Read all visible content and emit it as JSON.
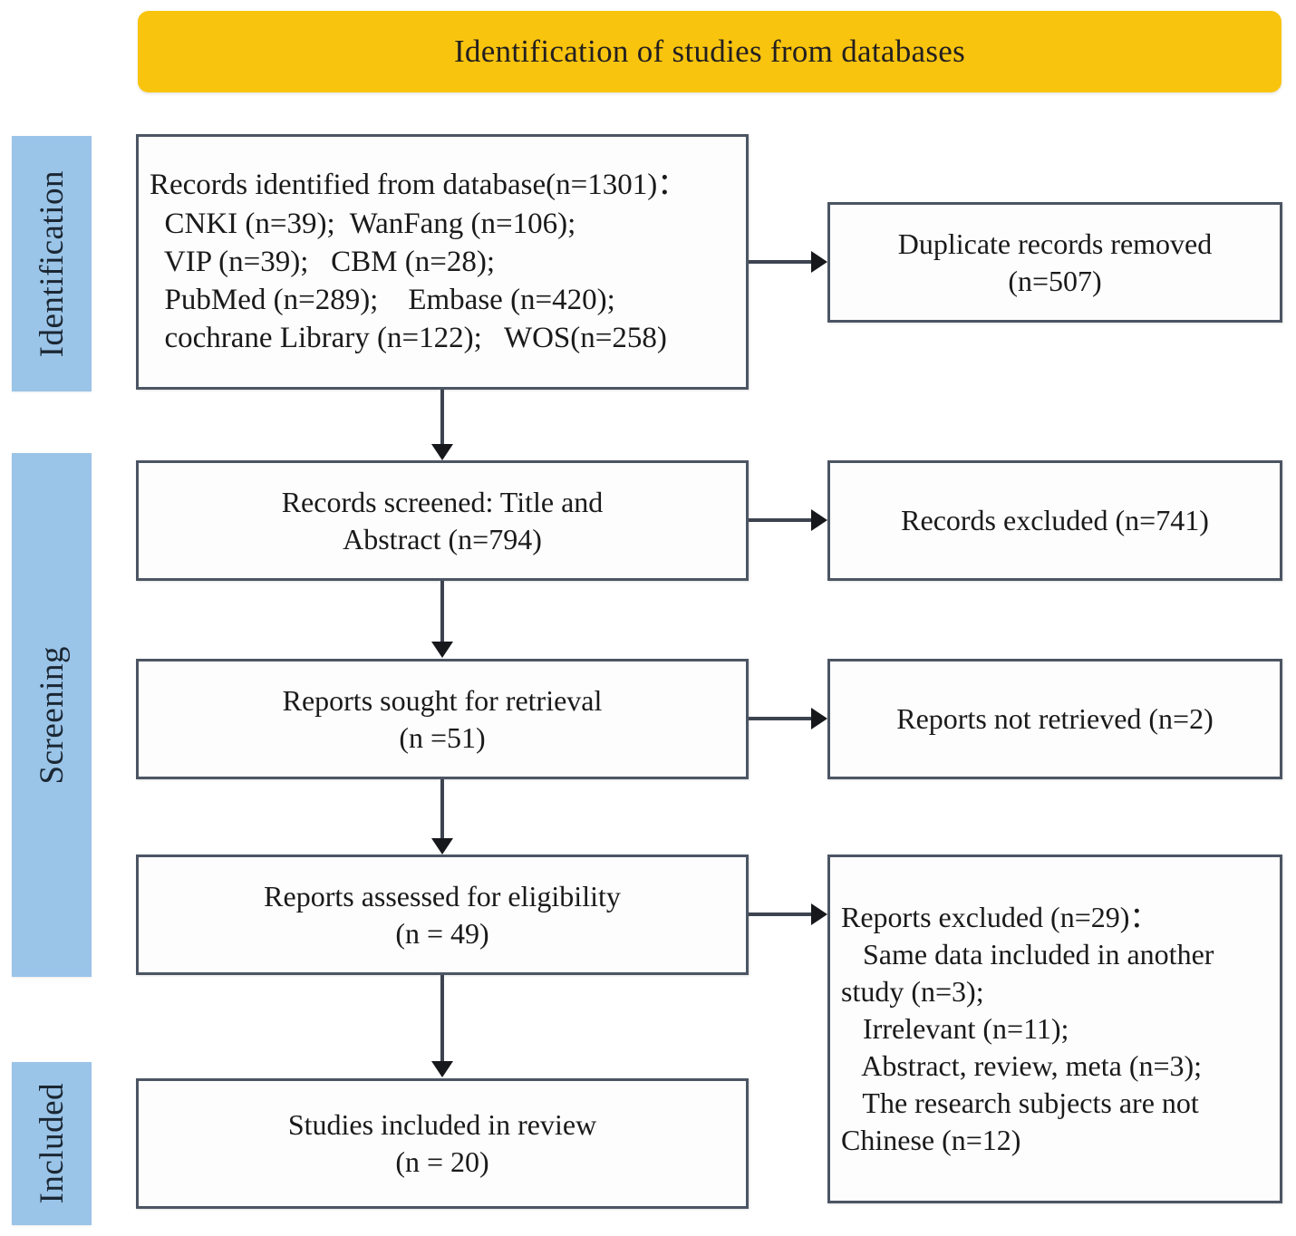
{
  "banner": {
    "title": "Identification of studies from databases",
    "color": "#F9C40E"
  },
  "stages": {
    "bar_color": "#9AC4E8",
    "identification": "Identification",
    "screening": "Screening",
    "included": "Included"
  },
  "boxes": {
    "identified": {
      "lines": [
        "Records identified from database(n=1301)：",
        "  CNKI (n=39);  WanFang (n=106);",
        "  VIP (n=39);   CBM (n=28);",
        "  PubMed (n=289);    Embase (n=420);",
        "  cochrane Library (n=122);   WOS(n=258)"
      ]
    },
    "duplicates": {
      "lines": [
        "Duplicate records removed",
        "(n=507)"
      ]
    },
    "screened": {
      "lines": [
        "Records screened: Title and",
        "Abstract (n=794)"
      ]
    },
    "excluded_screen": {
      "lines": [
        "Records excluded (n=741)"
      ]
    },
    "sought": {
      "lines": [
        "Reports sought for retrieval",
        "(n =51)"
      ]
    },
    "not_retrieved": {
      "lines": [
        "Reports not retrieved (n=2)"
      ]
    },
    "assessed": {
      "lines": [
        "Reports assessed for eligibility",
        "(n = 49)"
      ]
    },
    "excluded_report": {
      "lines": [
        "Reports excluded (n=29)：",
        "   Same data included in another",
        "study (n=3);",
        "   Irrelevant (n=11);",
        "   Abstract, review, meta (n=3);",
        "   The research subjects are not",
        "Chinese (n=12)"
      ]
    },
    "included": {
      "lines": [
        "Studies included in review",
        "(n = 20)"
      ]
    }
  },
  "chart_data": {
    "type": "diagram",
    "title": "Identification of studies from databases",
    "nodes": [
      {
        "id": "identified",
        "stage": "Identification",
        "label": "Records identified from database",
        "n": 1301,
        "sources": [
          {
            "name": "CNKI",
            "n": 39
          },
          {
            "name": "WanFang",
            "n": 106
          },
          {
            "name": "VIP",
            "n": 39
          },
          {
            "name": "CBM",
            "n": 28
          },
          {
            "name": "PubMed",
            "n": 289
          },
          {
            "name": "Embase",
            "n": 420
          },
          {
            "name": "cochrane Library",
            "n": 122
          },
          {
            "name": "WOS",
            "n": 258
          }
        ]
      },
      {
        "id": "duplicates",
        "stage": "Identification",
        "label": "Duplicate records removed",
        "n": 507
      },
      {
        "id": "screened",
        "stage": "Screening",
        "label": "Records screened: Title and Abstract",
        "n": 794
      },
      {
        "id": "excluded_screen",
        "stage": "Screening",
        "label": "Records excluded",
        "n": 741
      },
      {
        "id": "sought",
        "stage": "Screening",
        "label": "Reports sought for retrieval",
        "n": 51
      },
      {
        "id": "not_retrieved",
        "stage": "Screening",
        "label": "Reports not retrieved",
        "n": 2
      },
      {
        "id": "assessed",
        "stage": "Screening",
        "label": "Reports assessed for eligibility",
        "n": 49
      },
      {
        "id": "excluded_report",
        "stage": "Screening",
        "label": "Reports excluded",
        "n": 29,
        "reasons": [
          {
            "name": "Same data included in another study",
            "n": 3
          },
          {
            "name": "Irrelevant",
            "n": 11
          },
          {
            "name": "Abstract, review, meta",
            "n": 3
          },
          {
            "name": "The research subjects are not Chinese",
            "n": 12
          }
        ]
      },
      {
        "id": "included",
        "stage": "Included",
        "label": "Studies included in review",
        "n": 20
      }
    ],
    "edges": [
      {
        "from": "identified",
        "to": "duplicates",
        "direction": "right"
      },
      {
        "from": "identified",
        "to": "screened",
        "direction": "down"
      },
      {
        "from": "screened",
        "to": "excluded_screen",
        "direction": "right"
      },
      {
        "from": "screened",
        "to": "sought",
        "direction": "down"
      },
      {
        "from": "sought",
        "to": "not_retrieved",
        "direction": "right"
      },
      {
        "from": "sought",
        "to": "assessed",
        "direction": "down"
      },
      {
        "from": "assessed",
        "to": "excluded_report",
        "direction": "right"
      },
      {
        "from": "assessed",
        "to": "included",
        "direction": "down"
      }
    ]
  }
}
